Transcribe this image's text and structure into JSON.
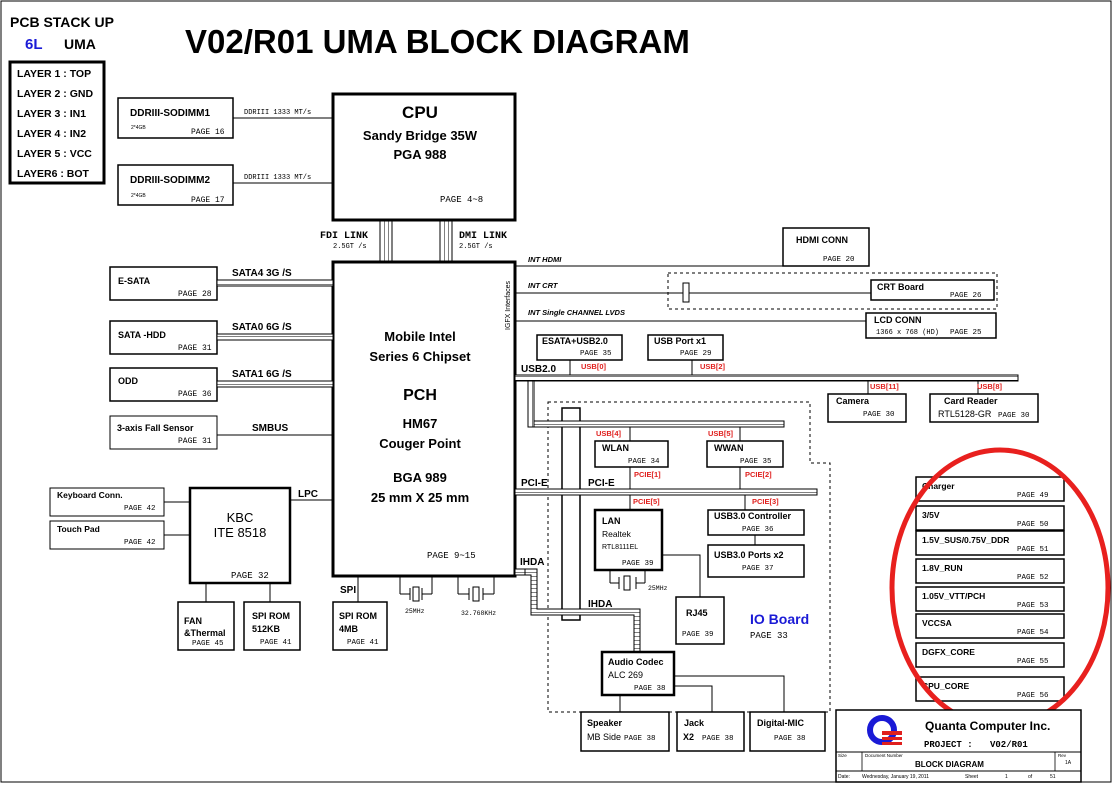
{
  "title": "V02/R01 UMA BLOCK DIAGRAM",
  "stackup": {
    "heading": "PCB STACK UP",
    "count": "6L",
    "type": "UMA",
    "layers": [
      "LAYER 1 : TOP",
      "LAYER 2 : GND",
      "LAYER 3 : IN1",
      "LAYER 4 : IN2",
      "LAYER 5 : VCC",
      "LAYER6 : BOT"
    ]
  },
  "cpu": {
    "title": "CPU",
    "line1": "Sandy Bridge 35W",
    "line2": "PGA 988",
    "page": "PAGE 4~8"
  },
  "dimm1": {
    "title": "DDRIII-SODIMM1",
    "sub": "2*4GB",
    "page": "PAGE 16",
    "bus": "DDRIII  1333 MT/s"
  },
  "dimm2": {
    "title": "DDRIII-SODIMM2",
    "sub": "2*4GB",
    "page": "PAGE 17",
    "bus": "DDRIII  1333 MT/s"
  },
  "fdi": {
    "label": "FDI LINK",
    "speed": "2.5GT /s"
  },
  "dmi": {
    "label": "DMI LINK",
    "speed": "2.5GT /s"
  },
  "pch": {
    "l1": "Mobile Intel",
    "l2": "Series 6 Chipset",
    "l3": "PCH",
    "l4": "HM67",
    "l5": "Couger Point",
    "l6": "BGA 989",
    "l7": "25 mm X 25 mm",
    "page": "PAGE 9~15",
    "igfx": "IGFX Interfaces"
  },
  "left": {
    "esata": {
      "title": "E-SATA",
      "page": "PAGE 28",
      "bus": "SATA4 3G /S"
    },
    "hdd": {
      "title": "SATA -HDD",
      "page": "PAGE 31",
      "bus": "SATA0 6G /S"
    },
    "odd": {
      "title": "ODD",
      "page": "PAGE 36",
      "bus": "SATA1 6G /S"
    },
    "fall": {
      "title": "3-axis Fall Sensor",
      "page": "PAGE 31",
      "bus": "SMBUS"
    }
  },
  "kbc": {
    "t1": "KBC",
    "t2": "ITE 8518",
    "page": "PAGE 32",
    "bus": "LPC"
  },
  "kbd": {
    "title": "Keyboard Conn.",
    "page": "PAGE 42"
  },
  "touch": {
    "title": "Touch Pad",
    "page": "PAGE 42"
  },
  "fan": {
    "t1": "FAN",
    "t2": "&Thermal",
    "page": "PAGE 45"
  },
  "spirom1": {
    "t1": "SPI ROM",
    "t2": "512KB",
    "page": "PAGE 41"
  },
  "spirom2": {
    "t1": "SPI ROM",
    "t2": "4MB",
    "page": "PAGE 41",
    "bus": "SPI"
  },
  "xtal": {
    "a": "25MHz",
    "b": "32.768KHz",
    "c": "25MHz"
  },
  "right": {
    "int_hdmi": "INT HDMI",
    "int_crt": "INT CRT",
    "int_lvds": "INT Single CHANNEL LVDS",
    "hdmi": {
      "title": "HDMI CONN",
      "page": "PAGE 20"
    },
    "crt": {
      "title": "CRT Board",
      "page": "PAGE 26"
    },
    "lcd": {
      "title": "LCD CONN",
      "sub": "1366 x 768 (HD)",
      "page": "PAGE 25"
    },
    "esatausb": {
      "title": "ESATA+USB2.0",
      "page": "PAGE 35",
      "usb": "USB[0]"
    },
    "usbport": {
      "title": "USB Port x1",
      "page": "PAGE 29",
      "usb": "USB[2]"
    },
    "usb20": "USB2.0",
    "camera": {
      "title": "Camera",
      "page": "PAGE 30",
      "usb": "USB[11]"
    },
    "cardreader": {
      "title": "Card Reader",
      "sub": "RTL5128-GR",
      "page": "PAGE 30",
      "usb": "USB[8]"
    },
    "pcie_bus": "PCI-E",
    "pcie_bus2": "PCI-E",
    "ihda": "IHDA",
    "ihda2": "IHDA",
    "wlan": {
      "title": "WLAN",
      "page": "PAGE 34",
      "usb": "USB[4]",
      "pcie": "PCIE[1]"
    },
    "wwan": {
      "title": "WWAN",
      "page": "PAGE 35",
      "usb": "USB[5]",
      "pcie": "PCIE[2]"
    },
    "lan": {
      "t1": "LAN",
      "t2": "Realtek",
      "t3": "RTL8111EL",
      "page": "PAGE 39",
      "pcie": "PCIE[5]"
    },
    "usb3c": {
      "title": "USB3.0 Controller",
      "page": "PAGE 36",
      "pcie": "PCIE[3]"
    },
    "usb3p": {
      "title": "USB3.0 Ports x2",
      "page": "PAGE 37"
    },
    "rj45": {
      "title": "RJ45",
      "page": "PAGE 39"
    },
    "ioboard": {
      "title": "IO Board",
      "page": "PAGE 33"
    },
    "codec": {
      "t1": "Audio Codec",
      "t2": "ALC 269",
      "page": "PAGE 38"
    },
    "speaker": {
      "t1": "Speaker",
      "t2": "MB Side",
      "page": "PAGE 38"
    },
    "jack": {
      "t1": "Jack",
      "t2": "X2",
      "page": "PAGE 38"
    },
    "mic": {
      "title": "Digital-MIC",
      "page": "PAGE 38"
    }
  },
  "power": [
    {
      "name": "Charger",
      "page": "PAGE 49"
    },
    {
      "name": "3/5V",
      "page": "PAGE 50"
    },
    {
      "name": "1.5V_SUS/0.75V_DDR",
      "page": "PAGE 51"
    },
    {
      "name": "1.8V_RUN",
      "page": "PAGE 52"
    },
    {
      "name": "1.05V_VTT/PCH",
      "page": "PAGE 53"
    },
    {
      "name": "VCCSA",
      "page": "PAGE 54"
    },
    {
      "name": "DGFX_CORE",
      "page": "PAGE 55"
    },
    {
      "name": "CPU_CORE",
      "page": "PAGE 56"
    }
  ],
  "titleblock": {
    "company": "Quanta Computer Inc.",
    "project_label": "PROJECT :",
    "project": "V02/R01",
    "size_label": "Size",
    "docnum_label": "Document Number",
    "doc": "BLOCK DIAGRAM",
    "rev_label": "Rev",
    "rev": "1A",
    "date_label": "Date:",
    "date": "Wednesday, January 19, 2011",
    "sheet_label": "Sheet",
    "sheet": "1",
    "of_label": "of",
    "total": "51"
  },
  "colors": {
    "accent_blue": "#1a1ad6",
    "red": "#e0201e",
    "annotation_red": "#e8201e"
  }
}
